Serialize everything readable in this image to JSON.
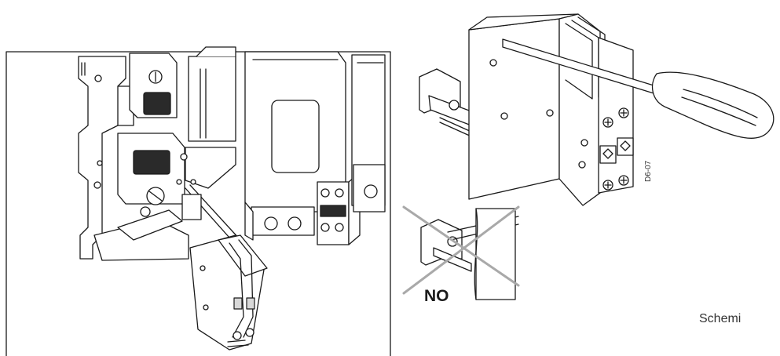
{
  "labels": {
    "no": "NO",
    "drawing_code": "D6-07",
    "caption": "Schemi"
  },
  "colors": {
    "line": "#1a1a1a",
    "cross": "#a9a9a9",
    "fill": "#ffffff"
  },
  "icons": [
    "screwdriver-icon",
    "screw-terminal-icon"
  ]
}
